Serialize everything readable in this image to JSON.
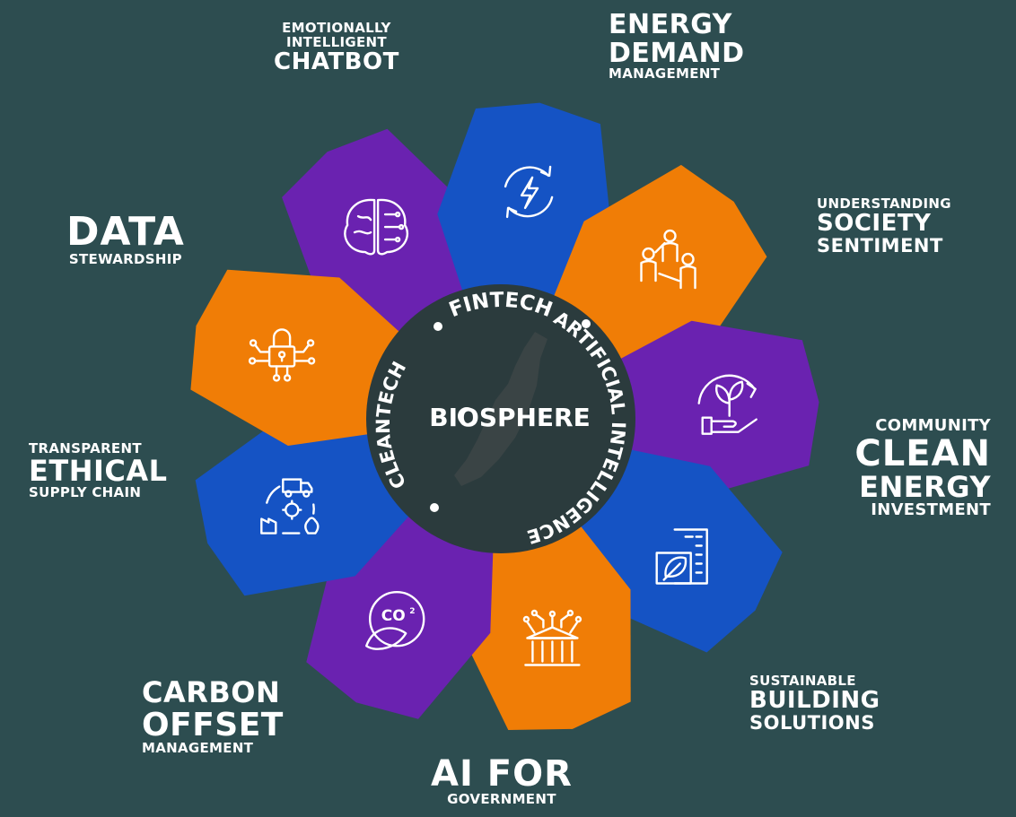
{
  "center": {
    "title": "BIOSPHERE",
    "ring_words": [
      "FINTECH",
      "ARTIFICIAL INTELLIGENCE",
      "CLEANTECH"
    ]
  },
  "colors": {
    "background": "#2d4d50",
    "purple": "#6a22b0",
    "blue": "#1553c4",
    "orange": "#f07d06",
    "hub": "#2b3b3d",
    "island": "#3a4445"
  },
  "petals": [
    {
      "id": "chatbot",
      "color": "purple",
      "icon": "brain-icon",
      "label": [
        "EMOTIONALLY",
        "INTELLIGENT",
        "CHATBOT"
      ]
    },
    {
      "id": "energy-demand",
      "color": "blue",
      "icon": "energy-refresh-icon",
      "label": [
        "ENERGY",
        "DEMAND",
        "MANAGEMENT"
      ]
    },
    {
      "id": "society-sentiment",
      "color": "orange",
      "icon": "people-network-icon",
      "label": [
        "UNDERSTANDING",
        "SOCIETY",
        "SENTIMENT"
      ]
    },
    {
      "id": "clean-energy",
      "color": "purple",
      "icon": "plant-hand-icon",
      "label": [
        "COMMUNITY",
        "CLEAN",
        "ENERGY",
        "INVESTMENT"
      ]
    },
    {
      "id": "sustainable-building",
      "color": "blue",
      "icon": "green-building-icon",
      "label": [
        "SUSTAINABLE",
        "BUILDING",
        "SOLUTIONS"
      ]
    },
    {
      "id": "ai-government",
      "color": "orange",
      "icon": "government-ai-icon",
      "label": [
        "AI FOR",
        "GOVERNMENT"
      ]
    },
    {
      "id": "carbon-offset",
      "color": "purple",
      "icon": "co2-leaf-icon",
      "label": [
        "CARBON",
        "OFFSET",
        "MANAGEMENT"
      ]
    },
    {
      "id": "supply-chain",
      "color": "blue",
      "icon": "supply-chain-icon",
      "label": [
        "TRANSPARENT",
        "ETHICAL",
        "SUPPLY CHAIN"
      ]
    },
    {
      "id": "data-stewardship",
      "color": "orange",
      "icon": "data-lock-icon",
      "label": [
        "DATA",
        "STEWARDSHIP"
      ]
    }
  ]
}
